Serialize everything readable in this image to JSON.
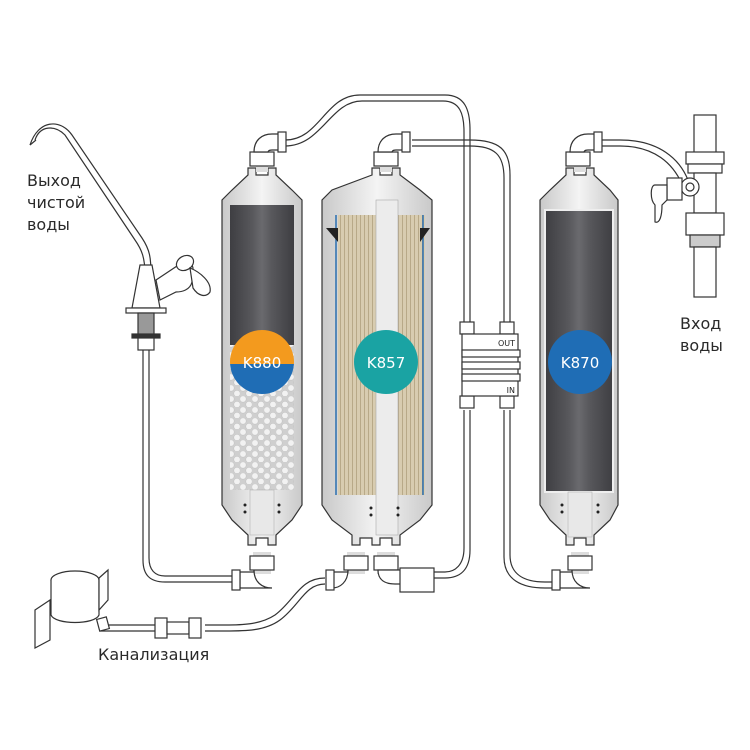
{
  "labels": {
    "clean_water_output": [
      "Выход",
      "чистой",
      "воды"
    ],
    "water_input": [
      "Вход",
      "воды"
    ],
    "drain": "Канализация"
  },
  "filters": [
    {
      "id": "K880",
      "label": "K880",
      "media": "carbon + mineral balls",
      "badge_colors": [
        "#f39a1e",
        "#1f6db5"
      ]
    },
    {
      "id": "K857",
      "label": "K857",
      "media": "reverse osmosis membrane",
      "badge_colors": [
        "#1aa3a3"
      ]
    },
    {
      "id": "K870",
      "label": "K870",
      "media": "carbon block",
      "badge_colors": [
        "#1f6db5"
      ]
    }
  ],
  "flow_restrictor": {
    "out_label": "OUT",
    "in_label": "IN"
  },
  "colors": {
    "line": "#333333",
    "housing": "#d9d9d9",
    "carbon": "#4a4a4e",
    "membrane": "#d8ccb0",
    "orange": "#f39a1e",
    "blue": "#1f6db5",
    "teal": "#1aa3a3"
  }
}
